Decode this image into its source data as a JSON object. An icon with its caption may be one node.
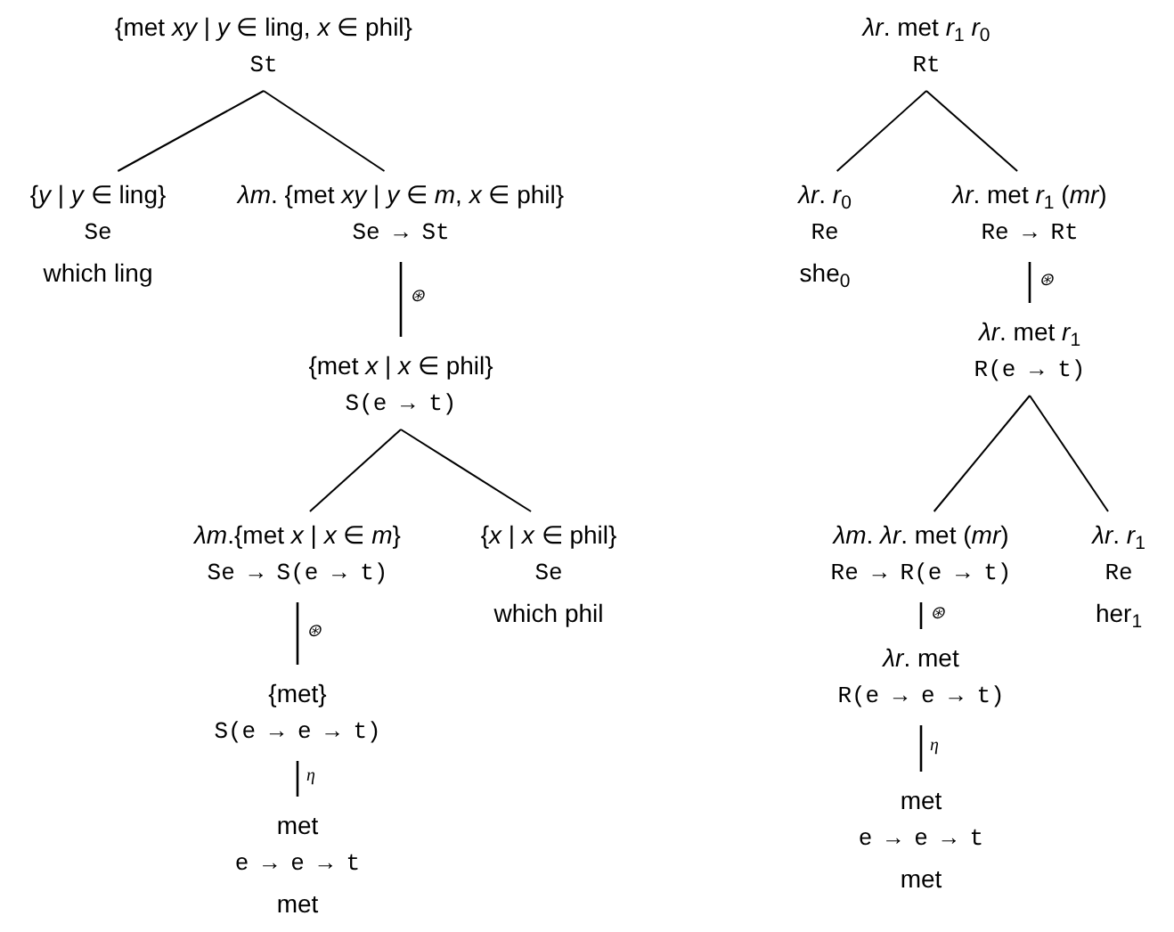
{
  "diagram": {
    "nodes": [
      {
        "text": [
          "{met *xy* | *y* ∈ ling, *x* ∈ phil}",
          "St"
        ]
      },
      {
        "text": [
          "{*y* | *y* ∈ ling}",
          "Se",
          "which ling"
        ]
      },
      {
        "text": [
          "*λm*. {met *xy* | *y* ∈ *m*, *x* ∈ phil}",
          "Se → St"
        ]
      },
      {
        "text": [
          "{met *x* | *x* ∈ phil}",
          "S(e → t)"
        ]
      },
      {
        "text": [
          "*λm*.{met *x* | *x* ∈ *m*}",
          "Se → S(e → t)"
        ]
      },
      {
        "text": [
          "{*x* | *x* ∈ phil}",
          "Se",
          "which phil"
        ]
      },
      {
        "text": [
          "{met}",
          "S(e → e → t)"
        ]
      },
      {
        "text": [
          "met",
          "e → e → t",
          "met"
        ]
      },
      {
        "text": [
          "*λr*. met *r*$_{1}$ *r*$_{0}$",
          "Rt"
        ]
      },
      {
        "text": [
          "*λr*. *r*$_{0}$",
          "Re",
          "she$_{0}$"
        ]
      },
      {
        "text": [
          "*λr*. met *r*$_{1}$ (*mr*)",
          "Re → Rt"
        ]
      },
      {
        "text": [
          "*λr*. met *r*$_{1}$",
          "R(e → t)"
        ]
      },
      {
        "text": [
          "*λm*. *λr*. met (*mr*)",
          "Re → R(e → t)"
        ]
      },
      {
        "text": [
          "*λr*. *r*$_{1}$",
          "Re",
          "her$_{1}$"
        ]
      },
      {
        "text": [
          "*λr*. met",
          "R(e → e → t)"
        ]
      },
      {
        "text": [
          "met",
          "e → e → t",
          "met"
        ]
      }
    ],
    "edges": [
      {
        "from": 0,
        "to": 1,
        "arrow": "none"
      },
      {
        "from": 0,
        "to": 2,
        "arrow": "none"
      },
      {
        "from": 2,
        "to": 3,
        "arrow": "none",
        "label": "⊛"
      },
      {
        "from": 3,
        "to": 4,
        "arrow": "none"
      },
      {
        "from": 3,
        "to": 5,
        "arrow": "none"
      },
      {
        "from": 4,
        "to": 6,
        "arrow": "none",
        "label": "⊛"
      },
      {
        "from": 6,
        "to": 7,
        "arrow": "none",
        "label": "η"
      },
      {
        "from": 8,
        "to": 9,
        "arrow": "none"
      },
      {
        "from": 8,
        "to": 10,
        "arrow": "none"
      },
      {
        "from": 10,
        "to": 11,
        "arrow": "none",
        "label": "⊛"
      },
      {
        "from": 11,
        "to": 12,
        "arrow": "none"
      },
      {
        "from": 11,
        "to": 13,
        "arrow": "none"
      },
      {
        "from": 12,
        "to": 14,
        "arrow": "none",
        "label": "⊛"
      },
      {
        "from": 14,
        "to": 15,
        "arrow": "none",
        "label": "η"
      }
    ]
  }
}
